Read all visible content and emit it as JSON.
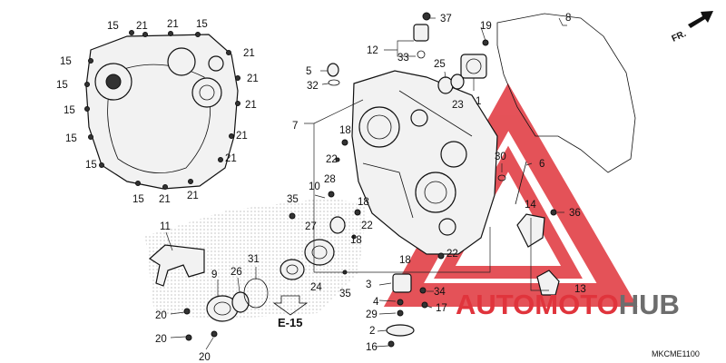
{
  "diagram": {
    "catalog_code": "MKCME1100",
    "direction_label": "FR.",
    "reference_label": "E-15",
    "watermark": {
      "part1": "AUTO",
      "part2": "MOTO",
      "part3": "HUB",
      "colors": {
        "red": "#e0343c",
        "gray": "#6d6d6d"
      }
    },
    "callouts": {
      "c1": "1",
      "c2": "2",
      "c3": "3",
      "c4": "4",
      "c5": "5",
      "c6": "6",
      "c7": "7",
      "c8": "8",
      "c9": "9",
      "c10": "10",
      "c11": "11",
      "c12": "12",
      "c13": "13",
      "c14": "14",
      "c15": "15",
      "c16": "16",
      "c17": "17",
      "c18": "18",
      "c19": "19",
      "c20": "20",
      "c21": "21",
      "c22": "22",
      "c23": "23",
      "c24": "24",
      "c25": "25",
      "c26": "26",
      "c27": "27",
      "c28": "28",
      "c29": "29",
      "c30": "30",
      "c31": "31",
      "c32": "32",
      "c33": "33",
      "c34": "34",
      "c35": "35",
      "c36": "36",
      "c37": "37"
    }
  }
}
